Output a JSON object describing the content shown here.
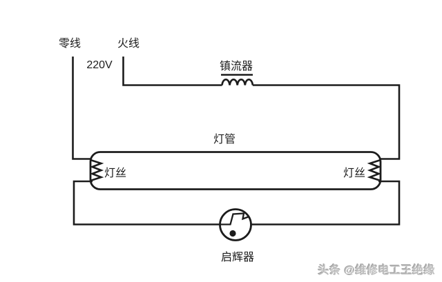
{
  "diagram": {
    "neutral_label": "零线",
    "live_label": "火线",
    "voltage_label": "220V",
    "ballast_label": "镇流器",
    "tube_label": "灯管",
    "filament_left_label": "灯丝",
    "filament_right_label": "灯丝",
    "starter_label": "启辉器"
  },
  "watermark": {
    "text": "头条 @维修电工王绝缘"
  },
  "colors": {
    "line": "#1c1c1c",
    "background": "#ffffff",
    "watermark": "#bdbdbd"
  }
}
